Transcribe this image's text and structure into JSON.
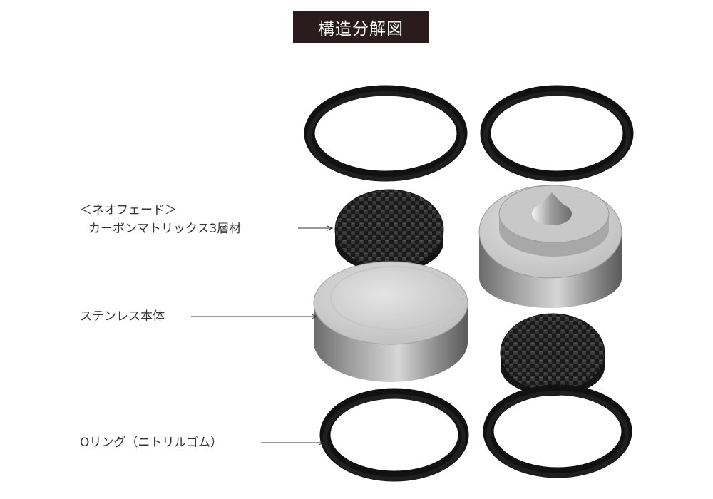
{
  "title": "構造分解図",
  "labels": {
    "neofade_line1": "＜ネオフェード＞",
    "neofade_line2": "カーボンマトリックス3層材",
    "stainless": "ステンレス本体",
    "oring": "Oリング（ニトリルゴム）"
  }
}
